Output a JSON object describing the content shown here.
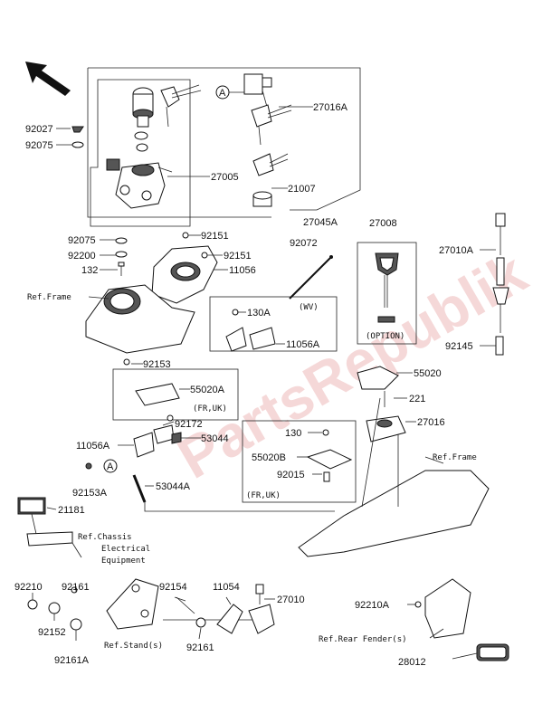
{
  "watermark": "PartsRepublik",
  "labels": {
    "p92027": "92027",
    "p92075a": "92075",
    "p27005": "27005",
    "p27016A": "27016A",
    "p21007": "21007",
    "p27045A": "27045A",
    "p92075b": "92075",
    "p92200": "92200",
    "p132": "132",
    "p92151a": "92151",
    "p92151b": "92151",
    "p11056": "11056",
    "p92072": "92072",
    "p27008": "27008",
    "p27010A": "27010A",
    "p130A": "130A",
    "p11056A_wv": "11056A",
    "p92145": "92145",
    "p92153": "92153",
    "p55020A": "55020A",
    "p55020": "55020",
    "p221": "221",
    "p92172": "92172",
    "p53044": "53044",
    "p27016": "27016",
    "p11056A": "11056A",
    "p130": "130",
    "p55020B": "55020B",
    "p92153A": "92153A",
    "p53044A": "53044A",
    "p92015": "92015",
    "p21181": "21181",
    "p92210": "92210",
    "p92161a": "92161",
    "p92154": "92154",
    "p11054": "11054",
    "p27010": "27010",
    "p92152": "92152",
    "p92161b": "92161",
    "p92161A": "92161A",
    "p92210A": "92210A",
    "p28012": "28012"
  },
  "callouts": {
    "circle_a": "A",
    "wv": "(WV)",
    "fr_uk_1": "(FR,UK)",
    "fr_uk_2": "(FR,UK)",
    "option": "(OPTION)"
  },
  "references": {
    "ref_frame_left": "Ref.Frame",
    "ref_frame_right": "Ref.Frame",
    "ref_chassis_1": "Ref.Chassis",
    "ref_chassis_2": "Electrical",
    "ref_chassis_3": "Equipment",
    "ref_stand": "Ref.Stand(s)",
    "ref_rear_fender": "Ref.Rear Fender(s)"
  }
}
